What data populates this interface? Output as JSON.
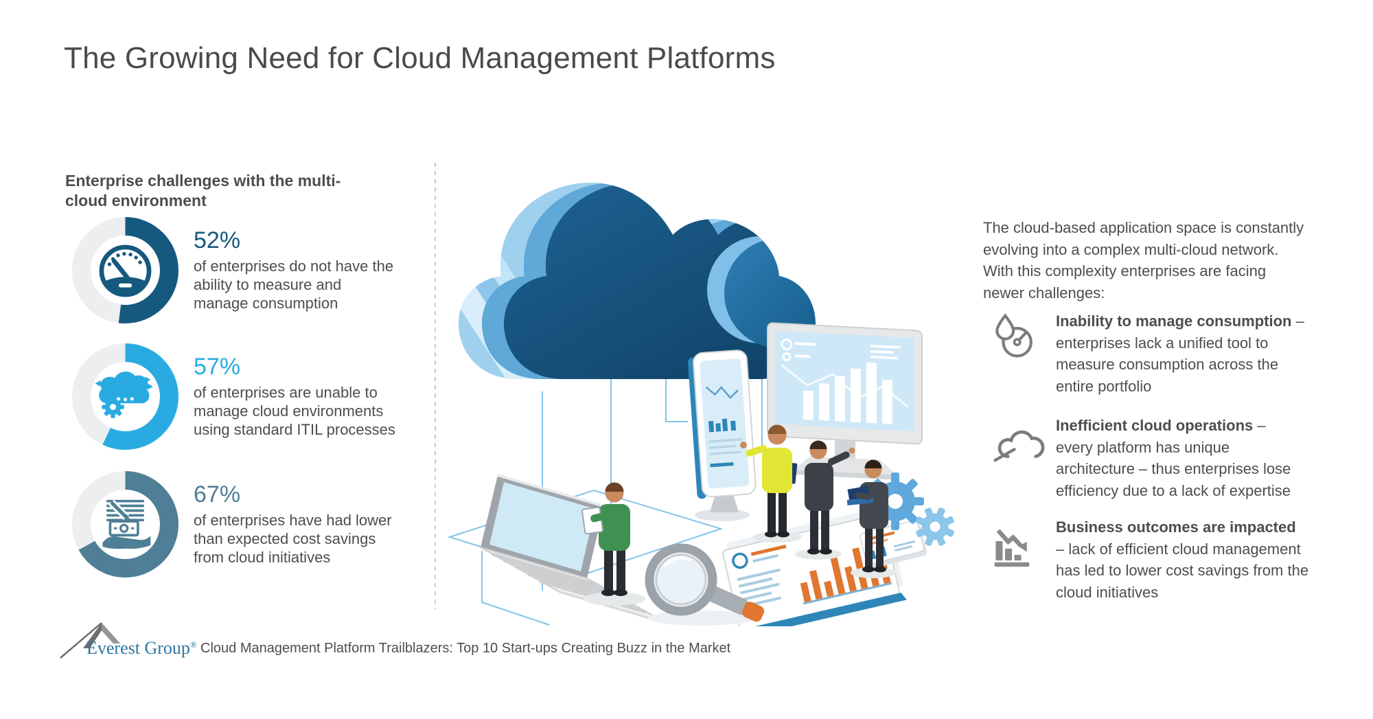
{
  "title": "The Growing Need for Cloud Management Platforms",
  "left_panel": {
    "heading": "Enterprise challenges with the multi-\ncloud environment",
    "stats": [
      {
        "value": "52%",
        "percent": 52,
        "color": "#16597F",
        "icon": "speedometer-gauge-icon",
        "description": "of enterprises do not have the\nability to measure and\nmanage consumption"
      },
      {
        "value": "57%",
        "percent": 57,
        "color": "#29ABE2",
        "icon": "cloud-automation-icon",
        "description": "of enterprises are unable to\nmanage cloud environments\nusing standard ITIL processes"
      },
      {
        "value": "67%",
        "percent": 67,
        "color": "#4E7F96",
        "icon": "cost-savings-hand-icon",
        "description": "of enterprises have had lower\nthan expected cost savings\nfrom cloud initiatives"
      }
    ]
  },
  "center_illustration": {
    "alt": "Isometric illustration: large blue cloud connected by thin lines to a laptop, a smartphone kiosk, an analytics monitor, report documents, gears and a magnifying glass, with four people working",
    "icons": [
      "cloud-graphic",
      "laptop-graphic",
      "smartphone-kiosk-graphic",
      "analytics-monitor-graphic",
      "report-document-graphic",
      "booklet-graphic",
      "gears-icon",
      "magnifier-icon"
    ]
  },
  "right_panel": {
    "intro": "The cloud-based application space is constantly\nevolving into a complex multi-cloud network.\nWith this complexity enterprises are facing\nnewer challenges:",
    "bullets": [
      {
        "icon": "droplet-gauge-icon",
        "title": "Inability to manage consumption",
        "separator": " –",
        "body": "enterprises lack a unified tool to\nmeasure consumption across the\nentire portfolio"
      },
      {
        "icon": "cloud-slash-icon",
        "title": "Inefficient cloud operations",
        "separator": " –",
        "body": "every platform has unique\narchitecture – thus enterprises lose\nefficiency due to a lack of expertise"
      },
      {
        "icon": "declining-bar-chart-icon",
        "title": "Business outcomes are impacted",
        "separator": "",
        "body": "– lack of efficient cloud management\nhas led to lower cost savings from the\ncloud initiatives"
      }
    ]
  },
  "footer": {
    "logo": {
      "text": "Everest Group",
      "registered": "®",
      "icon": "mountain-peak-icon",
      "color": "#2E75A3"
    },
    "caption": "Cloud Management Platform Trailblazers: Top 10 Start-ups Creating Buzz in the Market"
  },
  "colors": {
    "title_text": "#4A4A4A",
    "body_text": "#4D4D4D",
    "stat_dark_blue": "#16597F",
    "stat_light_blue": "#29ABE2",
    "stat_slate_teal": "#4E7F96",
    "donut_track": "#EDEEF0",
    "divider": "#C9C9C9",
    "right_icon_gray": "#7C7C7C",
    "illustration_accent_orange": "#E0762F",
    "illustration_accent_blue": "#2E86B8"
  },
  "chart_data": {
    "type": "pie",
    "subtype": "donut-gauges",
    "title": "Enterprise challenges with the multi-cloud environment",
    "series": [
      {
        "label": "of enterprises do not have the ability to measure and manage consumption",
        "value": 52,
        "color": "#16597F"
      },
      {
        "label": "of enterprises are unable to manage cloud environments using standard ITIL processes",
        "value": 57,
        "color": "#29ABE2"
      },
      {
        "label": "of enterprises have had lower than expected cost savings from cloud initiatives",
        "value": 67,
        "color": "#4E7F96"
      }
    ],
    "unit": "%",
    "range": [
      0,
      100
    ],
    "start_angle": "12 o'clock",
    "direction": "clockwise"
  }
}
